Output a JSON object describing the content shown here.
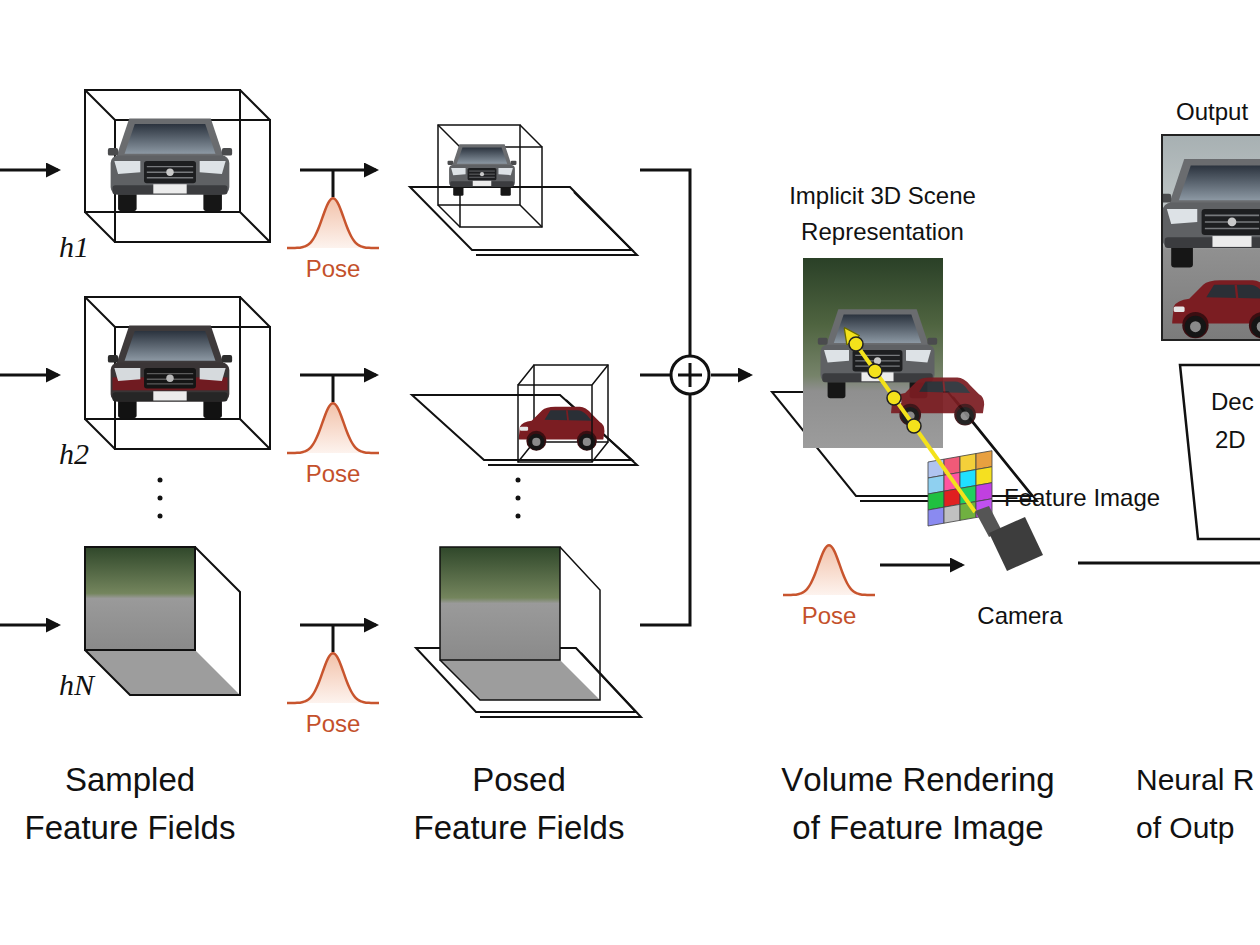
{
  "diagram": {
    "nodes": [
      {
        "text": [
          "h1"
        ]
      },
      {
        "text": [
          "Pose"
        ]
      },
      {
        "text": [
          "h2"
        ]
      },
      {
        "text": [
          "Pose"
        ]
      },
      {
        "text": [
          "hN"
        ]
      },
      {
        "text": [
          "Pose"
        ]
      },
      {
        "text": [
          "Output"
        ]
      },
      {
        "text": [
          "Implicit 3D Scene Representation"
        ]
      },
      {
        "text": [
          "Dec",
          "2D"
        ]
      },
      {
        "text": [
          "Feature Image"
        ]
      },
      {
        "text": [
          "Pose"
        ]
      },
      {
        "text": [
          "Camera"
        ]
      }
    ],
    "edges": [
      {
        "from": 10,
        "to": 11,
        "arrow": "to"
      }
    ],
    "labels": [
      "Sampled Feature Fields",
      "Posed Feature Fields",
      "Volume Rendering of Feature Image",
      "Neural R of Outp"
    ]
  }
}
